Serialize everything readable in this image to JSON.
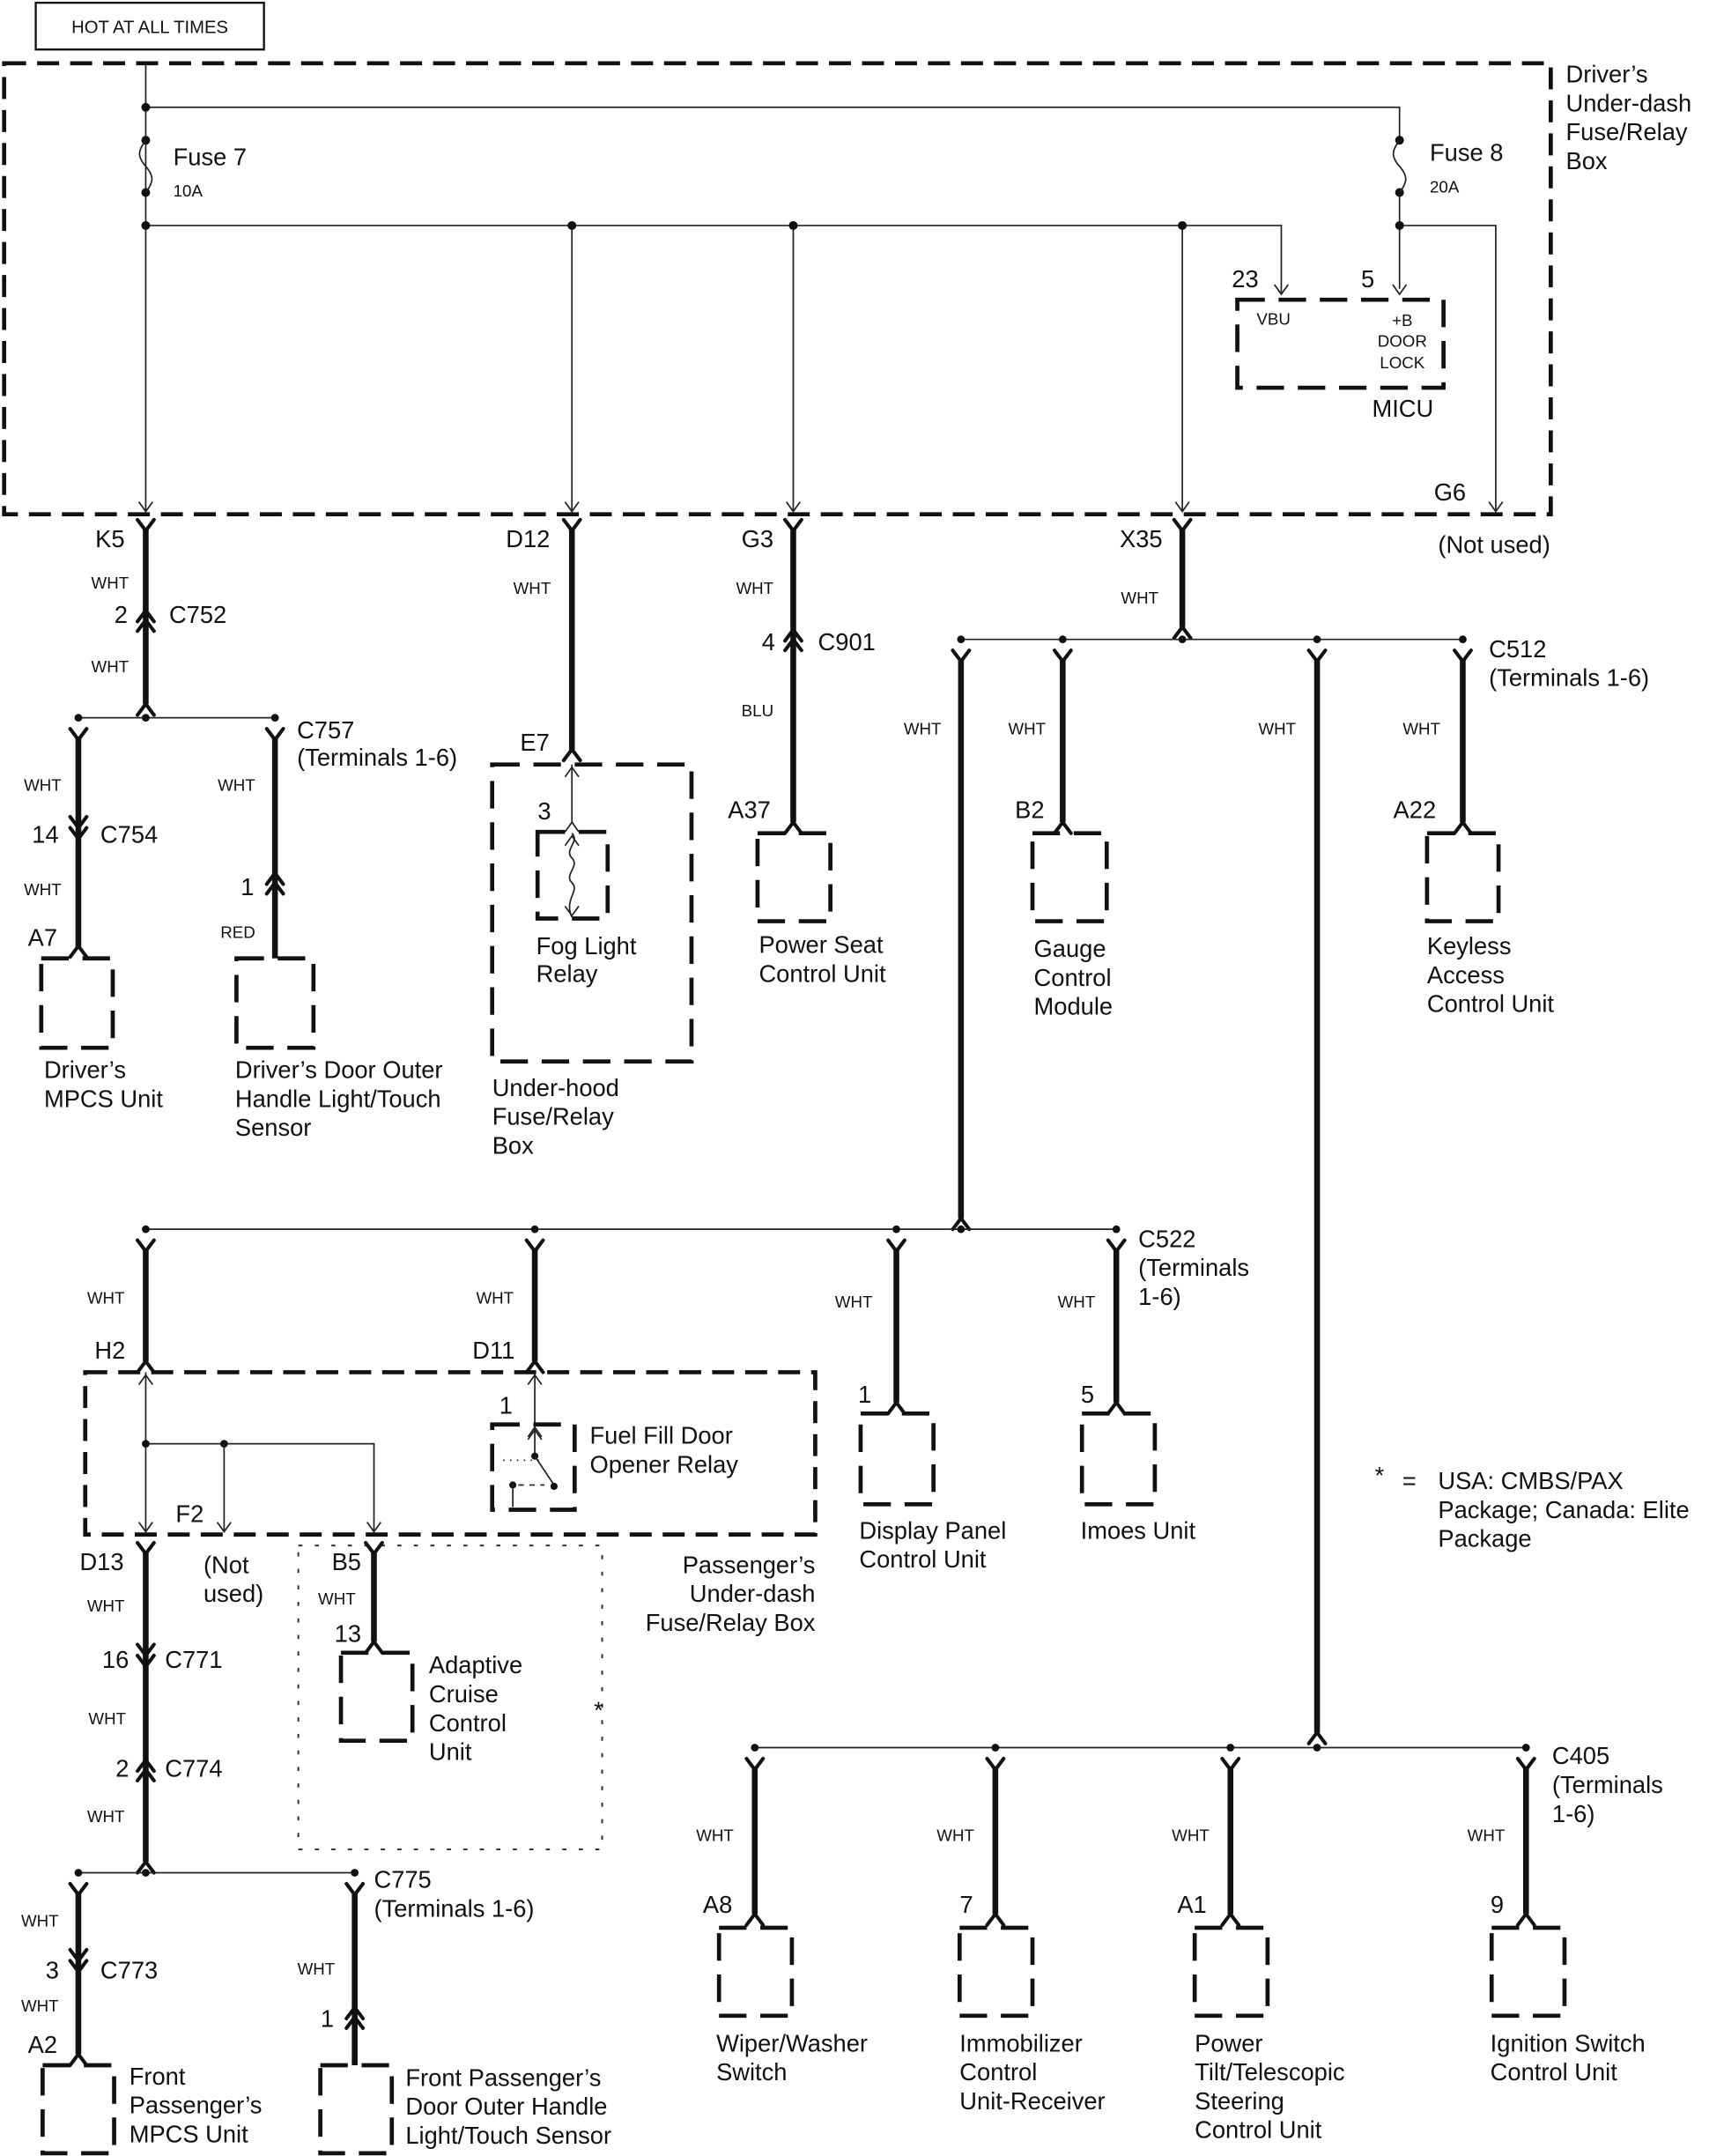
{
  "header": {
    "label": "HOT AT ALL TIMES"
  },
  "driver_box": {
    "title_lines": [
      "Driver’s",
      "Under-dash",
      "Fuse/Relay",
      "Box"
    ],
    "fuse7": {
      "name": "Fuse 7",
      "rating": "10A"
    },
    "fuse8": {
      "name": "Fuse 8",
      "rating": "20A"
    },
    "micu": {
      "name": "MICU",
      "pin_vbu_num": "23",
      "pin_vbu_label": "VBU",
      "pin_door_num": "5",
      "pin_door_label_lines": [
        "+B",
        "DOOR",
        "LOCK"
      ]
    },
    "g6": {
      "terminal": "G6",
      "note": "(Not used)"
    }
  },
  "branch_k5": {
    "terminal": "K5",
    "wire1": "WHT",
    "connector": "C752",
    "connector_pin": "2",
    "wire2": "WHT",
    "splice": {
      "name": "C757",
      "note": "(Terminals 1-6)"
    },
    "left": {
      "wire1": "WHT",
      "connector_pin": "14",
      "connector": "C754",
      "wire2": "WHT",
      "terminal": "A7",
      "component_lines": [
        "Driver’s",
        "MPCS Unit"
      ]
    },
    "right": {
      "wire1": "WHT",
      "connector_pin": "1",
      "wire2": "RED",
      "component_lines": [
        "Driver’s Door Outer",
        "Handle Light/Touch",
        "Sensor"
      ]
    }
  },
  "branch_d12": {
    "terminal": "D12",
    "wire": "WHT",
    "terminal2": "E7",
    "relay_pin": "3",
    "relay_lines": [
      "Fog Light",
      "Relay"
    ],
    "box_lines": [
      "Under-hood",
      "Fuse/Relay",
      "Box"
    ]
  },
  "branch_g3": {
    "terminal": "G3",
    "wire1": "WHT",
    "connector_pin": "4",
    "connector": "C901",
    "wire2": "BLU",
    "terminal2": "A37",
    "component_lines": [
      "Power Seat",
      "Control Unit"
    ]
  },
  "branch_x35": {
    "terminal": "X35",
    "wire": "WHT",
    "splice": {
      "name": "C512",
      "note": "(Terminals 1-6)"
    },
    "drop_a_wire": "WHT",
    "gauge": {
      "wire": "WHT",
      "terminal": "B2",
      "component_lines": [
        "Gauge",
        "Control",
        "Module"
      ]
    },
    "drop_c_wire": "WHT",
    "keyless": {
      "wire": "WHT",
      "terminal": "A22",
      "component_lines": [
        "Keyless",
        "Access",
        "Control Unit"
      ]
    }
  },
  "splice_c522": {
    "name": "C522",
    "note_lines": [
      "(Terminals",
      "1-6)"
    ],
    "h2": {
      "wire": "WHT",
      "terminal": "H2"
    },
    "d11": {
      "wire": "WHT",
      "terminal": "D11",
      "relay_pin": "1",
      "relay_lines": [
        "Fuel Fill Door",
        "Opener Relay"
      ]
    },
    "display": {
      "wire": "WHT",
      "terminal": "1",
      "component_lines": [
        "Display Panel",
        "Control Unit"
      ]
    },
    "imoes": {
      "wire": "WHT",
      "terminal": "5",
      "component_lines": [
        "Imoes Unit"
      ]
    }
  },
  "passenger_box": {
    "title_lines": [
      "Passenger’s",
      "Under-dash",
      "Fuse/Relay Box"
    ],
    "f2": {
      "terminal": "F2",
      "note_lines": [
        "(Not",
        "used)"
      ]
    },
    "d13": {
      "terminal": "D13",
      "wire1": "WHT",
      "connector_pin1": "16",
      "connector1": "C771",
      "wire2": "WHT",
      "connector_pin2": "2",
      "connector2": "C774",
      "wire3": "WHT"
    },
    "b5": {
      "terminal": "B5",
      "wire": "WHT",
      "pin": "13",
      "component_lines": [
        "Adaptive",
        "Cruise",
        "Control",
        "Unit"
      ],
      "option_mark": "*"
    }
  },
  "splice_c775": {
    "name": "C775",
    "note": "(Terminals 1-6)",
    "left": {
      "wire1": "WHT",
      "connector_pin": "3",
      "connector": "C773",
      "wire2": "WHT",
      "terminal": "A2",
      "component_lines": [
        "Front",
        "Passenger’s",
        "MPCS Unit"
      ]
    },
    "right": {
      "wire": "WHT",
      "connector_pin": "1",
      "component_lines": [
        "Front Passenger’s",
        "Door Outer Handle",
        "Light/Touch Sensor"
      ]
    }
  },
  "splice_c405": {
    "name": "C405",
    "note_lines": [
      "(Terminals",
      "1-6)"
    ],
    "wiper": {
      "wire": "WHT",
      "terminal": "A8",
      "component_lines": [
        "Wiper/Washer",
        "Switch"
      ]
    },
    "immobilizer": {
      "wire": "WHT",
      "terminal": "7",
      "component_lines": [
        "Immobilizer",
        "Control",
        "Unit-Receiver"
      ]
    },
    "steering": {
      "wire": "WHT",
      "terminal": "A1",
      "component_lines": [
        "Power",
        "Tilt/Telescopic",
        "Steering",
        "Control Unit"
      ]
    },
    "ignition": {
      "wire": "WHT",
      "terminal": "9",
      "component_lines": [
        "Ignition Switch",
        "Control Unit"
      ]
    }
  },
  "footnote": {
    "mark": "*",
    "eq": "=",
    "lines": [
      "USA: CMBS/PAX",
      "Package; Canada: Elite",
      "Package"
    ]
  }
}
